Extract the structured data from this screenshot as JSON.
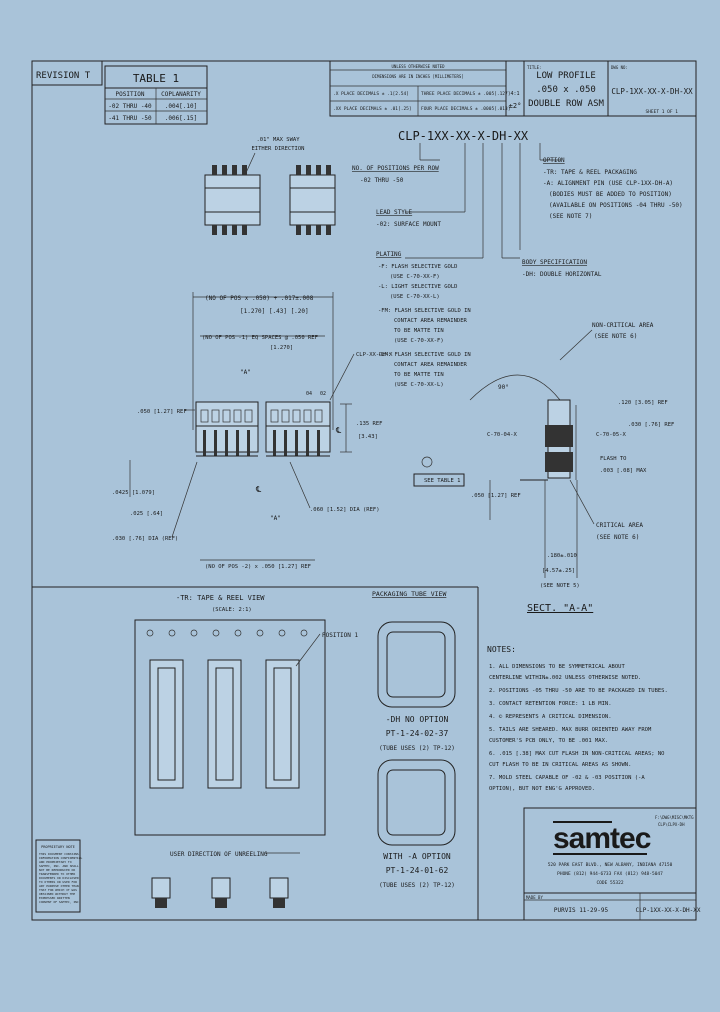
{
  "revision": {
    "label": "REVISION T"
  },
  "table1": {
    "title": "TABLE 1",
    "headers": [
      "POSITION",
      "COPLANARITY"
    ],
    "rows": [
      [
        "-02 THRU -40",
        ".004[.10]"
      ],
      [
        "-41 THRU -50",
        ".006[.15]"
      ]
    ]
  },
  "title_block": {
    "unless_specified": "UNLESS OTHERWISE NOTED",
    "dims_note": "DIMENSIONS ARE IN INCHES [MILLIMETERS]",
    "decimal_left": [
      ".X PLACE DECIMALS ± .1[2.54]",
      ".XX PLACE DECIMALS ± .01[.25]"
    ],
    "decimal_right": [
      "THREE PLACE DECIMALS ± .005[.127]",
      "FOUR PLACE DECIMALS ± .0005[.013]"
    ],
    "angle_tol": "±2°",
    "scale": "4:1",
    "title_label": "TITLE:",
    "title_lines": [
      "LOW PROFILE",
      ".050 x .050",
      "DOUBLE ROW ASM"
    ],
    "dwg_label": "DWG NO:",
    "dwg_no": "CLP-1XX-XX-X-DH-XX",
    "sheet": "SHEET 1 OF 1"
  },
  "part_number": "CLP-1XX-XX-X-DH-XX",
  "top_view": {
    "sway_note": [
      ".01\" MAX SWAY",
      "EITHER DIRECTION"
    ]
  },
  "callouts": {
    "option_title": "OPTION",
    "option_lines": [
      "-TR: TAPE & REEL PACKAGING",
      "-A: ALIGNMENT PIN (USE CLP-1XX-DH-A)",
      "(BODIES MUST BE ADDED TO POSITION)",
      "(AVAILABLE ON POSITIONS -04 THRU -50)",
      "(SEE NOTE 7)"
    ],
    "positions_title": "NO. OF POSITIONS PER ROW",
    "positions_lines": [
      "-02 THRU -50"
    ],
    "lead_title": "LEAD STYLE",
    "lead_lines": [
      "-02: SURFACE MOUNT"
    ],
    "body_title": "BODY SPECIFICATION",
    "body_lines": [
      "-DH: DOUBLE HORIZONTAL"
    ],
    "plating_title": "PLATING",
    "plating_lines": [
      "-F: FLASH SELECTIVE GOLD",
      "(USE C-70-XX-F)",
      "-L: LIGHT SELECTIVE GOLD",
      "(USE C-70-XX-L)",
      "-FM: FLASH SELECTIVE GOLD IN",
      "CONTACT AREA REMAINDER",
      "TO BE MATTE TIN",
      "(USE C-70-XX-F)",
      "-LM: FLASH SELECTIVE GOLD IN",
      "CONTACT AREA REMAINDER",
      "TO BE MATTE TIN",
      "(USE C-70-XX-L)"
    ]
  },
  "front_view": {
    "dim_total": "(NO OF POS x .050) + .017±.008",
    "dim_total_mm": "[1.270] [.43] [.20]",
    "dim_eq": "(NO OF POS -1) EQ SPACES @ .050 REF",
    "dim_eq_mm": "[1.270]",
    "label_clp": "CLP-XX-DH-X",
    "pos_04": "04",
    "pos_02": "02",
    "dim_050": ".050 [1.27] REF",
    "dim_135": ".135 REF",
    "dim_135_mm": "[3.43]",
    "dim_0425": ".0425 [1.079]",
    "dim_025": ".025 [.64]",
    "dim_030": ".030 [.76] DIA (REF)",
    "dim_060": ".060 [1.52] DIA (REF)",
    "dim_bottom": "(NO OF POS -2) x .050 [1.27] REF",
    "view_a": "\"A\"",
    "cl": "℄"
  },
  "section": {
    "non_critical": [
      "NON-CRITICAL AREA",
      "(SEE NOTE 6)"
    ],
    "critical": [
      "CRITICAL AREA",
      "(SEE NOTE 6)"
    ],
    "dim_120": ".120 [3.05] REF",
    "dim_030": ".030 [.76] REF",
    "c70_04": "C-70-04-X",
    "c70_05": "C-70-05-X",
    "flash": [
      "FLASH TO",
      ".003 [.08] MAX"
    ],
    "dim_050_ref": ".050 [1.27] REF",
    "dim_180": ".180±.010",
    "dim_457": "[4.57±.25]",
    "see_note5": "(SEE NOTE 5)",
    "angle": "90°",
    "see_table": "SEE TABLE 1",
    "title": "SECT. \"A-A\""
  },
  "reel": {
    "title": "-TR: TAPE & REEL VIEW",
    "scale": "(SCALE: 2:1)",
    "position1": "POSITION 1",
    "direction": "USER DIRECTION OF UNREELING"
  },
  "tube": {
    "title": "PACKAGING TUBE VIEW",
    "caption1": [
      "-DH NO OPTION",
      "PT-1-24-02-37",
      "(TUBE USES (2) TP-12)"
    ],
    "caption2": [
      "WITH -A OPTION",
      "PT-1-24-01-62",
      "(TUBE USES (2) TP-12)"
    ]
  },
  "notes": {
    "title": "NOTES:",
    "items": [
      "1. ALL DIMENSIONS TO BE SYMMETRICAL ABOUT",
      "    CENTERLINE WITHIN±.002 UNLESS OTHERWISE NOTED.",
      "2. POSITIONS -05 THRU -50 ARE TO BE PACKAGED IN TUBES.",
      "3. CONTACT RETENTION FORCE: 1 LB MIN.",
      "4. © REPRESENTS A CRITICAL DIMENSION.",
      "5. TAILS ARE SHEARED. MAX BURR ORIENTED AWAY FROM",
      "    CUSTOMER'S PCB ONLY, TO BE .001 MAX.",
      "6. .015 [.38] MAX CUT FLASH IN NON-CRITICAL AREAS; NO",
      "    CUT FLASH TO BE IN CRITICAL AREAS AS SHOWN.",
      "7. MOLD STEEL CAPABLE OF -02 & -03 POSITION (-A",
      "    OPTION), BUT NOT ENG'G APPROVED."
    ]
  },
  "proprietary": {
    "title": "PROPRIETARY NOTE",
    "lines": [
      "THIS DOCUMENT CONTAINS",
      "INFORMATION CONFIDENTIAL",
      "AND PROPRIETARY TO",
      "SAMTEC, INC. AND SHALL",
      "NOT BE REPRODUCED OR",
      "TRANSFERRED TO OTHER",
      "DOCUMENTS OR DISCLOSED",
      "TO OTHERS OR USED FOR",
      "ANY PURPOSE OTHER THAN",
      "THAT FOR WHICH IT WAS",
      "OBTAINED WITHOUT THE",
      "EXPRESSED WRITTEN",
      "CONSENT OF SAMTEC, INC."
    ]
  },
  "samtec": {
    "logo": "samtec",
    "file_label": [
      "F:\\DWG\\MISC\\MKTG",
      "CLP\\CLPX-DH"
    ],
    "address": "520 PARK EAST BLVD., NEW ALBANY, INDIANA 47150",
    "phone": "PHONE (812) 944-6733  FAX (812) 948-5047",
    "code": "CODE 55322",
    "by_label": "MADE BY",
    "drawn_by": "PURVIS 11-29-95",
    "dwg_no": "CLP-1XX-XX-X-DH-XX"
  }
}
